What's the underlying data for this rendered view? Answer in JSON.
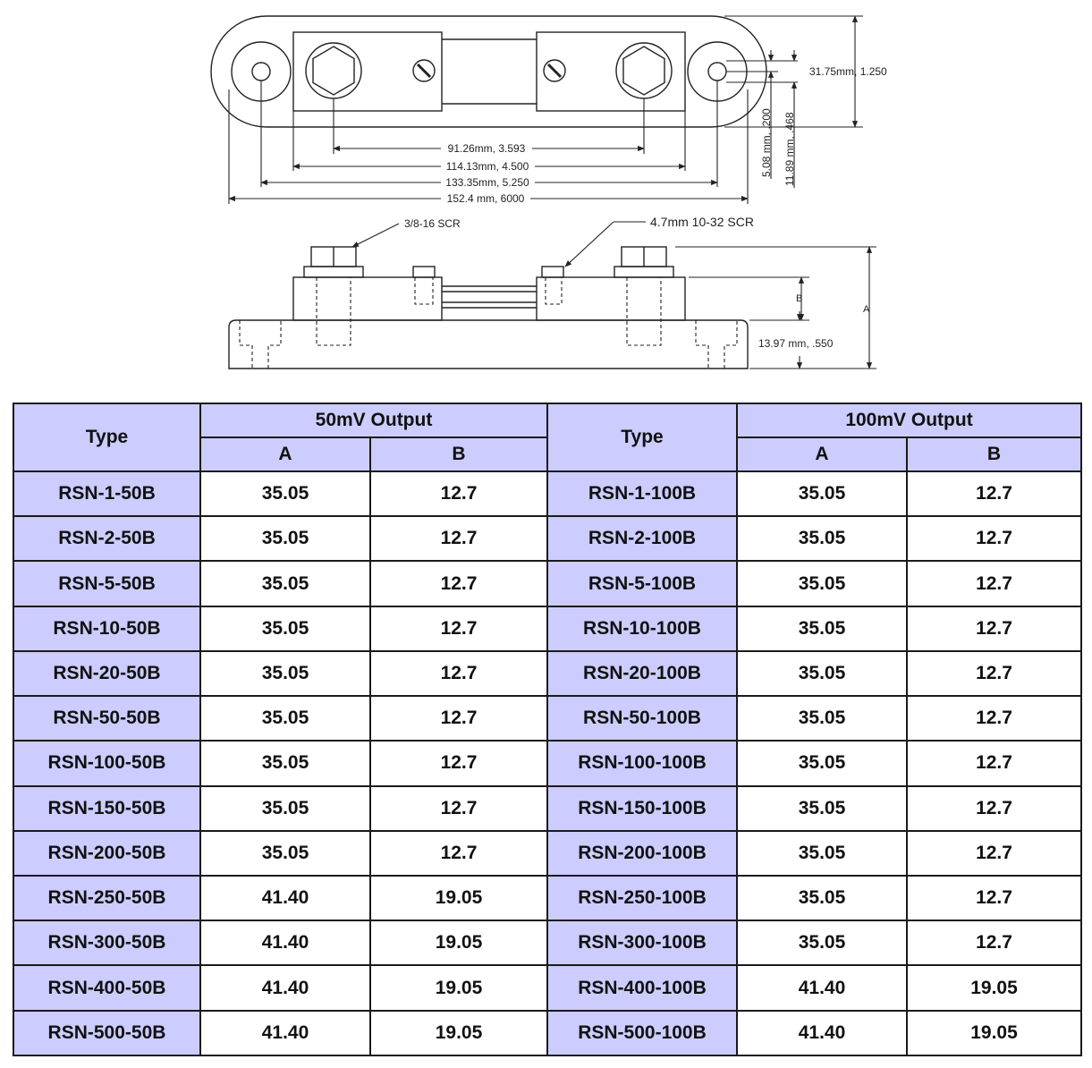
{
  "drawing": {
    "top_view": {
      "dimensions": [
        "91.26mm, 3.593",
        "114.13mm, 4.500",
        "133.35mm, 5.250",
        "152.4 mm, 6000",
        "31.75mm, 1.250",
        "5.08 mm, .200",
        "11.89 mm, .468"
      ]
    },
    "side_view": {
      "callouts": [
        "3/8-16 SCR",
        "4.7mm 10-32 SCR"
      ],
      "dim_labels": [
        "A",
        "B"
      ],
      "base_height": "13.97 mm, .550"
    }
  },
  "table": {
    "header": {
      "type_label": "Type",
      "group_50": "50mV Output",
      "group_100": "100mV Output",
      "col_a": "A",
      "col_b": "B"
    },
    "rows": [
      {
        "type_50": "RSN-1-50B",
        "a_50": "35.05",
        "b_50": "12.7",
        "type_100": "RSN-1-100B",
        "a_100": "35.05",
        "b_100": "12.7"
      },
      {
        "type_50": "RSN-2-50B",
        "a_50": "35.05",
        "b_50": "12.7",
        "type_100": "RSN-2-100B",
        "a_100": "35.05",
        "b_100": "12.7"
      },
      {
        "type_50": "RSN-5-50B",
        "a_50": "35.05",
        "b_50": "12.7",
        "type_100": "RSN-5-100B",
        "a_100": "35.05",
        "b_100": "12.7"
      },
      {
        "type_50": "RSN-10-50B",
        "a_50": "35.05",
        "b_50": "12.7",
        "type_100": "RSN-10-100B",
        "a_100": "35.05",
        "b_100": "12.7"
      },
      {
        "type_50": "RSN-20-50B",
        "a_50": "35.05",
        "b_50": "12.7",
        "type_100": "RSN-20-100B",
        "a_100": "35.05",
        "b_100": "12.7"
      },
      {
        "type_50": "RSN-50-50B",
        "a_50": "35.05",
        "b_50": "12.7",
        "type_100": "RSN-50-100B",
        "a_100": "35.05",
        "b_100": "12.7"
      },
      {
        "type_50": "RSN-100-50B",
        "a_50": "35.05",
        "b_50": "12.7",
        "type_100": "RSN-100-100B",
        "a_100": "35.05",
        "b_100": "12.7"
      },
      {
        "type_50": "RSN-150-50B",
        "a_50": "35.05",
        "b_50": "12.7",
        "type_100": "RSN-150-100B",
        "a_100": "35.05",
        "b_100": "12.7"
      },
      {
        "type_50": "RSN-200-50B",
        "a_50": "35.05",
        "b_50": "12.7",
        "type_100": "RSN-200-100B",
        "a_100": "35.05",
        "b_100": "12.7"
      },
      {
        "type_50": "RSN-250-50B",
        "a_50": "41.40",
        "b_50": "19.05",
        "type_100": "RSN-250-100B",
        "a_100": "35.05",
        "b_100": "12.7"
      },
      {
        "type_50": "RSN-300-50B",
        "a_50": "41.40",
        "b_50": "19.05",
        "type_100": "RSN-300-100B",
        "a_100": "35.05",
        "b_100": "12.7"
      },
      {
        "type_50": "RSN-400-50B",
        "a_50": "41.40",
        "b_50": "19.05",
        "type_100": "RSN-400-100B",
        "a_100": "41.40",
        "b_100": "19.05"
      },
      {
        "type_50": "RSN-500-50B",
        "a_50": "41.40",
        "b_50": "19.05",
        "type_100": "RSN-500-100B",
        "a_100": "41.40",
        "b_100": "19.05"
      }
    ]
  }
}
